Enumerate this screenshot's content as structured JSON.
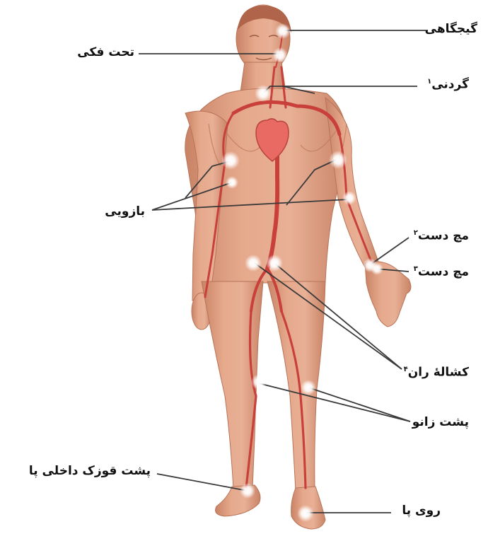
{
  "labels": {
    "temporal": "گیجگاهی",
    "submandibular": "تحت فکی",
    "carotid": "گردنی",
    "carotid_note": "۱",
    "brachial": "بازویی",
    "wrist_a": "مچ دست",
    "wrist_a_note": "۲",
    "wrist_b": "مچ دست",
    "wrist_b_note": "۳",
    "femoral": "کشالهٔ ران",
    "femoral_note": "۴",
    "popliteal": "پشت زانو",
    "posterior_tibial": "پشت قوزک داخلی پا",
    "dorsalis_pedis": "روی پا"
  },
  "colors": {
    "skin": "#e6a98c",
    "skin_shade": "#c98366",
    "hair": "#b0654a",
    "artery": "#c9403b",
    "heart": "#e86a63",
    "pulse_glow": "#ffffff",
    "leader": "#3a3a3a"
  }
}
